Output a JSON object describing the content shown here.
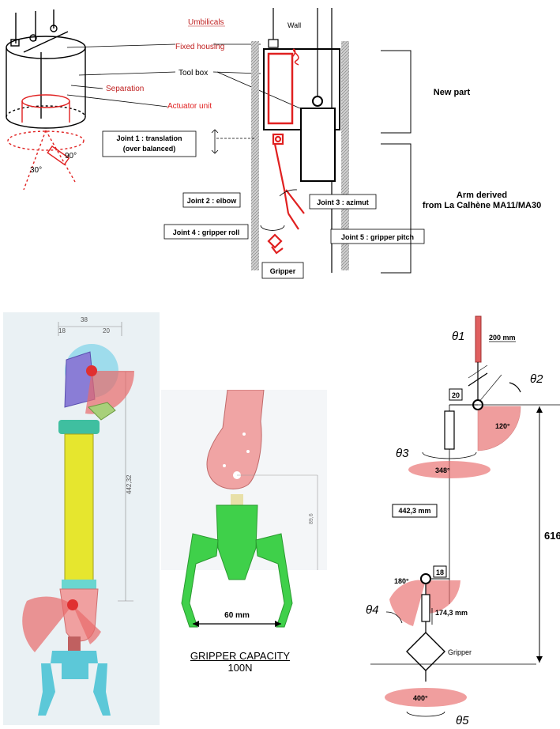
{
  "top": {
    "labels": {
      "umbilicals": "Umbilicals",
      "wall": "Wall",
      "fixed_housing": "Fixed housing",
      "tool_box": "Tool box",
      "separation": "Separation",
      "actuator_unit": "Actuator unit",
      "angle_90": "90°",
      "angle_30": "30°",
      "joint1_line1": "Joint 1 : translation",
      "joint1_line2": "(over balanced)",
      "joint2": "Joint 2 : elbow",
      "joint3": "Joint 3 : azimut",
      "joint4": "Joint 4 : gripper roll",
      "joint5": "Joint 5 : gripper pitch",
      "gripper": "Gripper",
      "new_part": "New part",
      "arm_derived_line1": "Arm derived",
      "arm_derived_line2": "from  La Calhène MA11/MA30"
    }
  },
  "cad": {
    "dims": {
      "d38": "38",
      "d18": "18",
      "d20": "20",
      "d442": "442,32"
    }
  },
  "gripper_view": {
    "width_label": "60 mm",
    "dim_vertical": "89,6",
    "capacity_title": "GRIPPER CAPACITY",
    "capacity_value": "100N"
  },
  "kinematic": {
    "stroke_200": "200 mm",
    "box_20": "20",
    "range_120": "120°",
    "range_348": "348°",
    "len_442": "442,3 mm",
    "box_18": "18",
    "range_180": "180°",
    "len_174": "174,3 mm",
    "gripper": "Gripper",
    "range_400": "400°",
    "total_616": "616",
    "theta1": "θ1",
    "theta2": "θ2",
    "theta3": "θ3",
    "theta4": "θ4",
    "theta5": "θ5"
  }
}
